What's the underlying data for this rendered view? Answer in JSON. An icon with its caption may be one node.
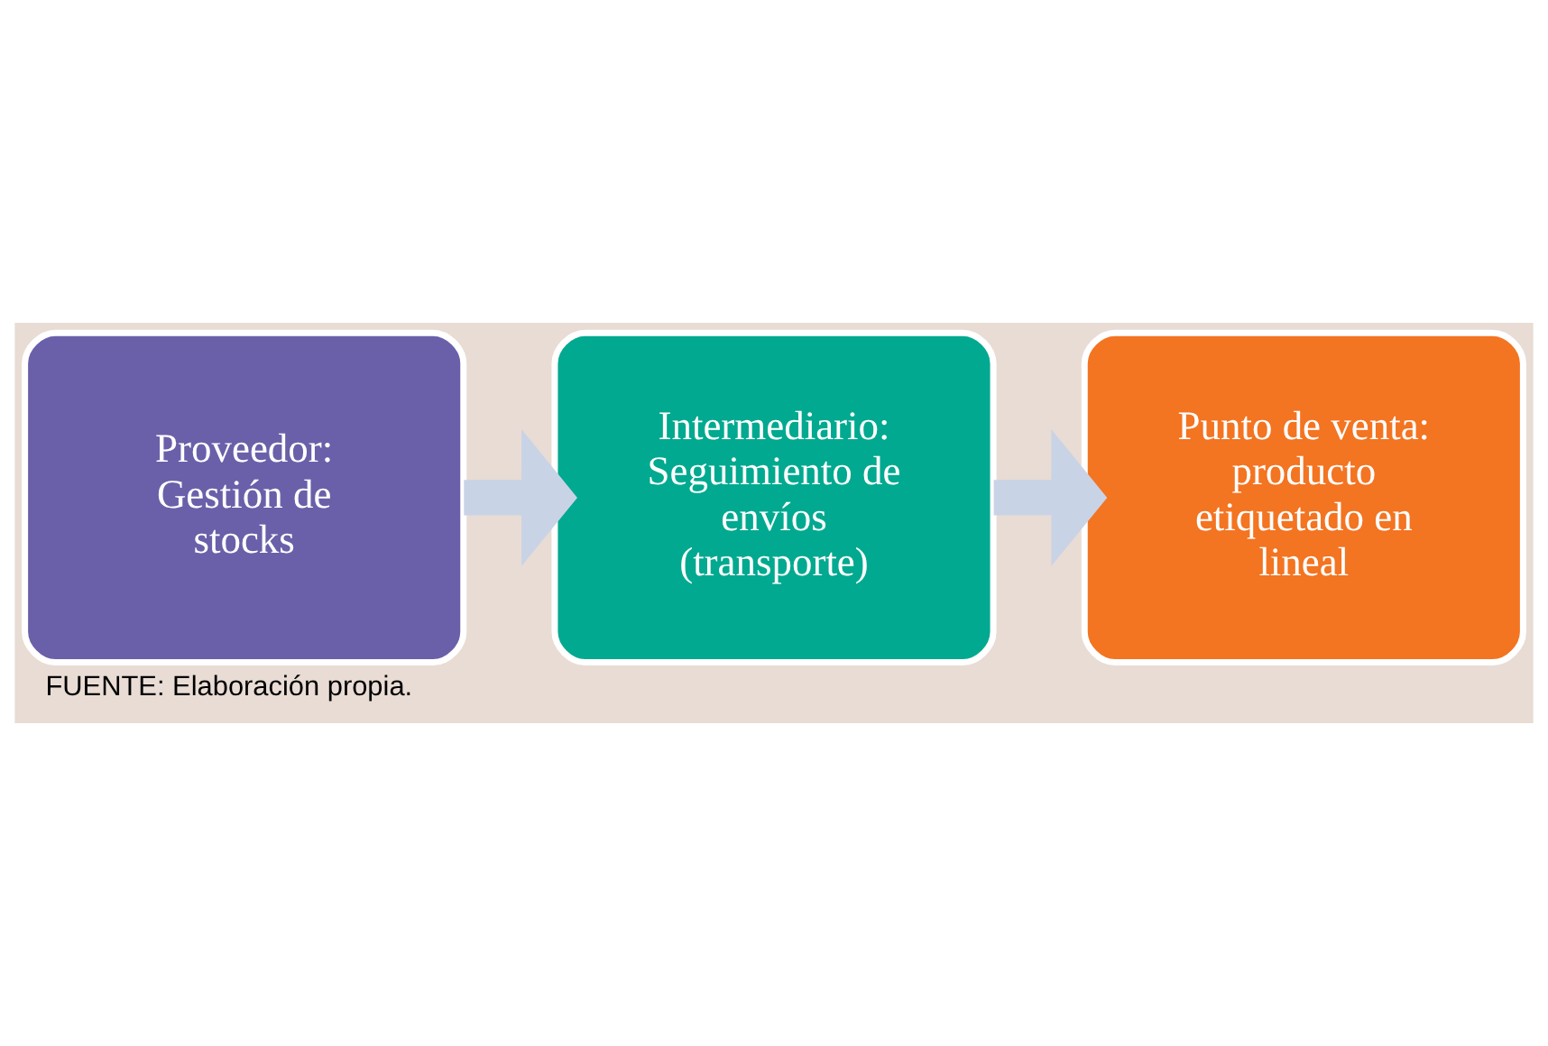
{
  "diagram": {
    "caption": "FUENTE: Elaboración propia.",
    "nodes": [
      {
        "text": [
          "Proveedor: Gestión de stocks"
        ]
      },
      {
        "text": [
          "Intermediario: Seguimiento de envíos (transporte)"
        ]
      },
      {
        "text": [
          "Punto de venta: producto etiquetado en lineal"
        ]
      }
    ],
    "edges": [
      {
        "from": 0,
        "to": 1,
        "arrow": "to"
      },
      {
        "from": 1,
        "to": 2,
        "arrow": "to"
      }
    ]
  }
}
